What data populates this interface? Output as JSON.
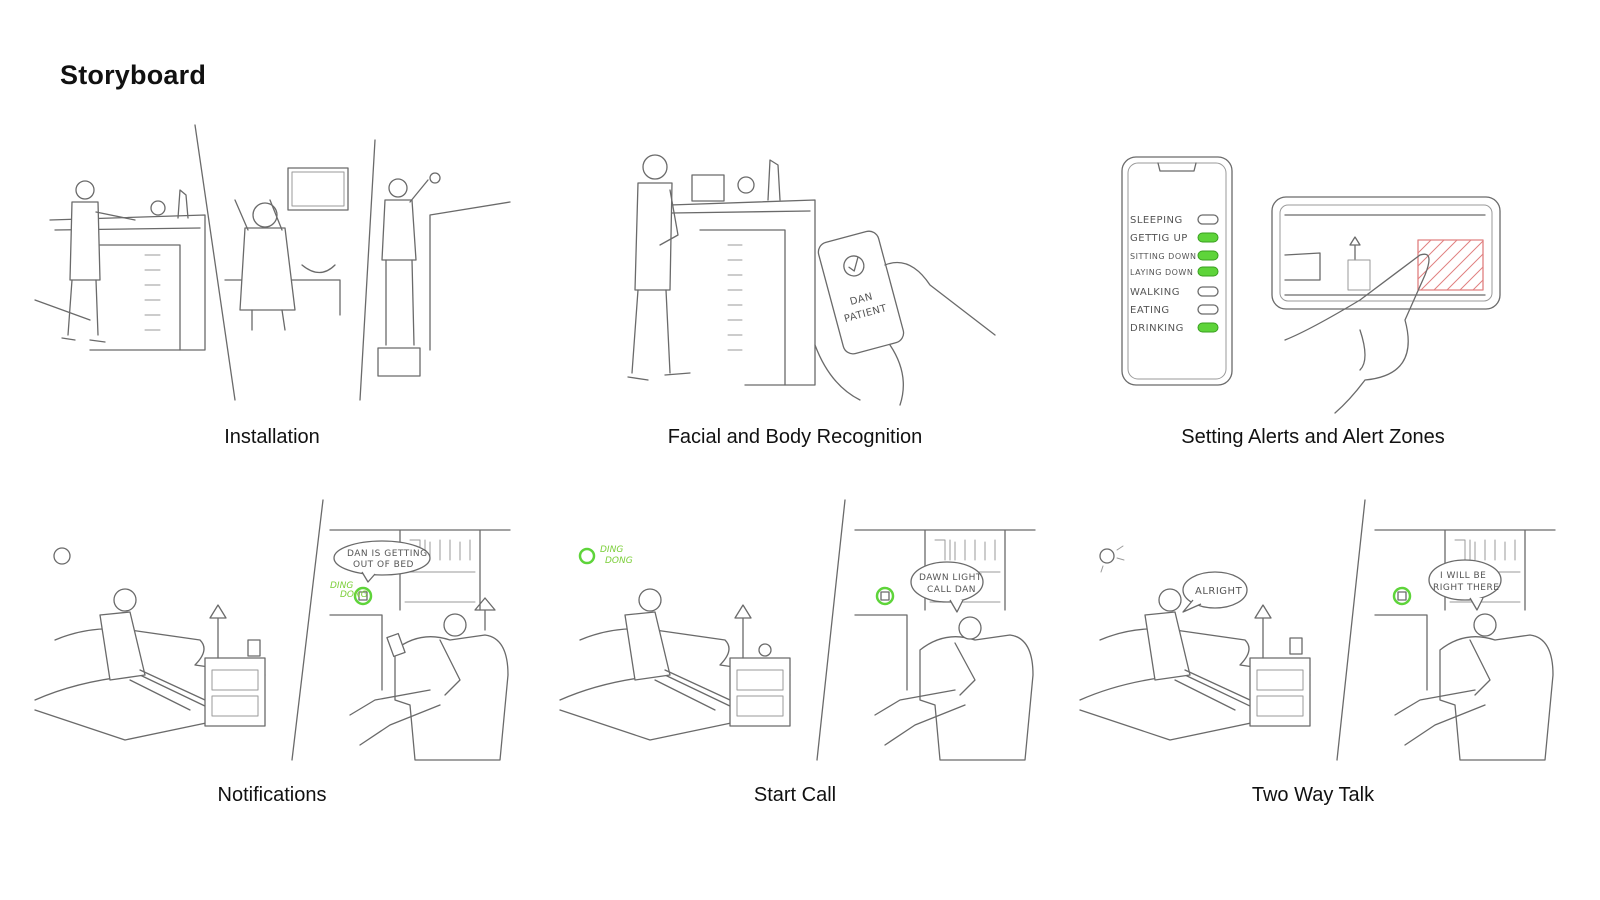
{
  "page_title": "Storyboard",
  "panels": [
    {
      "caption": "Installation"
    },
    {
      "caption": "Facial and Body Recognition",
      "phone_text": [
        "DAN",
        "PATIENT"
      ]
    },
    {
      "caption": "Setting Alerts and Alert Zones",
      "alerts": [
        {
          "label": "SLEEPING",
          "on": false
        },
        {
          "label": "GETTIG UP",
          "on": true
        },
        {
          "label": "SITTING DOWN",
          "on": true
        },
        {
          "label": "LAYING DOWN",
          "on": true
        },
        {
          "label": "WALKING",
          "on": false
        },
        {
          "label": "EATING",
          "on": false
        },
        {
          "label": "DRINKING",
          "on": true
        }
      ]
    },
    {
      "caption": "Notifications",
      "bubble": [
        "DAN IS GETTING",
        "OUT OF BED"
      ],
      "sound": [
        "DING",
        "DONG"
      ]
    },
    {
      "caption": "Start Call",
      "bubble": [
        "DAWN LIGHT",
        "CALL DAN"
      ],
      "sound": [
        "DING",
        "DONG"
      ]
    },
    {
      "caption": "Two Way Talk",
      "bubble_left": [
        "ALRIGHT"
      ],
      "bubble_right": [
        "I WILL BE",
        "RIGHT THERE"
      ]
    }
  ],
  "colors": {
    "toggle_on": "#5ed43a",
    "alert_zone": "#e08080",
    "sketch_line": "#6a6a6a"
  }
}
